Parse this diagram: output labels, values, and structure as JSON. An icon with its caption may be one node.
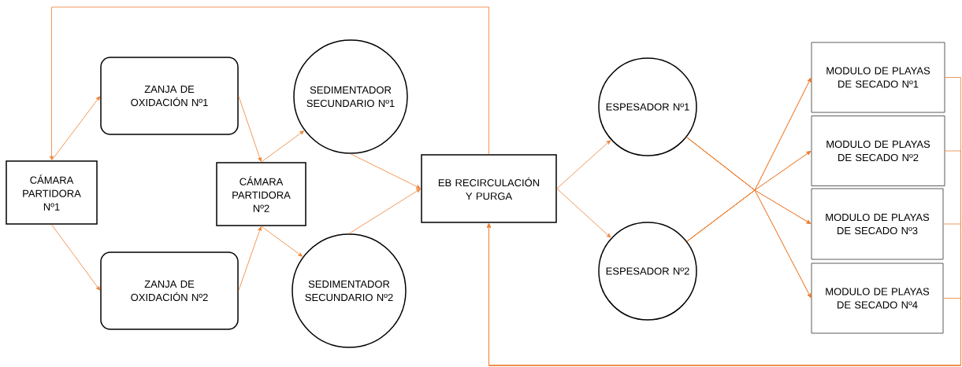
{
  "diagram": {
    "nodes": [
      {
        "text": [
          "CÁMARA PARTIDORA Nº1"
        ]
      },
      {
        "text": [
          "ZANJA DE OXIDACIÓN Nº1"
        ]
      },
      {
        "text": [
          "ZANJA DE OXIDACIÓN Nº2"
        ]
      },
      {
        "text": [
          "CÁMARA PARTIDORA Nº2"
        ]
      },
      {
        "text": [
          "SEDIMENTADOR SECUNDARIO Nº1"
        ]
      },
      {
        "text": [
          "SEDIMENTADOR SECUNDARIO Nº2"
        ]
      },
      {
        "text": [
          "EB RECIRCULACIÓN Y PURGA"
        ]
      },
      {
        "text": [
          "ESPESADOR Nº1"
        ]
      },
      {
        "text": [
          "ESPESADOR Nº2"
        ]
      },
      {
        "text": [
          "MODULO DE PLAYAS DE SECADO Nº1"
        ]
      },
      {
        "text": [
          "MODULO DE PLAYAS DE SECADO Nº2"
        ]
      },
      {
        "text": [
          "MODULO DE PLAYAS DE SECADO Nº3"
        ]
      },
      {
        "text": [
          "MODULO DE PLAYAS DE SECADO Nº4"
        ]
      }
    ],
    "edges": [
      {
        "from": 0,
        "to": 1,
        "arrow": "to"
      },
      {
        "from": 0,
        "to": 2,
        "arrow": "to"
      },
      {
        "from": 1,
        "to": 3,
        "arrow": "to"
      },
      {
        "from": 2,
        "to": 3,
        "arrow": "to"
      },
      {
        "from": 3,
        "to": 4,
        "arrow": "to"
      },
      {
        "from": 3,
        "to": 5,
        "arrow": "to"
      },
      {
        "from": 4,
        "to": 6,
        "arrow": "to"
      },
      {
        "from": 5,
        "to": 6,
        "arrow": "to"
      },
      {
        "from": 6,
        "to": 7,
        "arrow": "to"
      },
      {
        "from": 6,
        "to": 8,
        "arrow": "to"
      },
      {
        "from": 7,
        "to": 9,
        "arrow": "to"
      },
      {
        "from": 7,
        "to": 10,
        "arrow": "to"
      },
      {
        "from": 7,
        "to": 11,
        "arrow": "to"
      },
      {
        "from": 7,
        "to": 12,
        "arrow": "to"
      },
      {
        "from": 8,
        "to": 9,
        "arrow": "to"
      },
      {
        "from": 8,
        "to": 10,
        "arrow": "to"
      },
      {
        "from": 8,
        "to": 11,
        "arrow": "to"
      },
      {
        "from": 8,
        "to": 12,
        "arrow": "to"
      },
      {
        "from": 6,
        "to": 0,
        "arrow": "to"
      },
      {
        "from": 9,
        "to": 6,
        "arrow": "to"
      },
      {
        "from": 10,
        "to": 6,
        "arrow": "to"
      },
      {
        "from": 11,
        "to": 6,
        "arrow": "to"
      },
      {
        "from": 12,
        "to": 6,
        "arrow": "to"
      }
    ]
  }
}
